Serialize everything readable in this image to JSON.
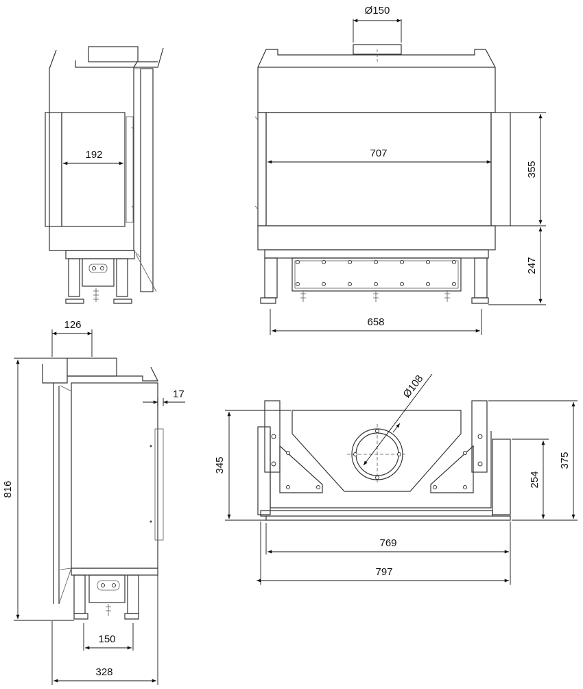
{
  "dimensions": {
    "flue_diameter_front": "Ø150",
    "side_glass_width": "192",
    "front_glass_width": "707",
    "glass_height": "355",
    "base_height": "247",
    "leg_span_front": "658",
    "top_offset_side": "126",
    "side_flange": "17",
    "total_height": "816",
    "leg_span_side": "150",
    "total_depth": "328",
    "flue_diameter_top": "Ø108",
    "top_height_left": "345",
    "top_height_inner": "254",
    "top_height_right": "375",
    "top_width_inner": "769",
    "top_width_outer": "797"
  }
}
